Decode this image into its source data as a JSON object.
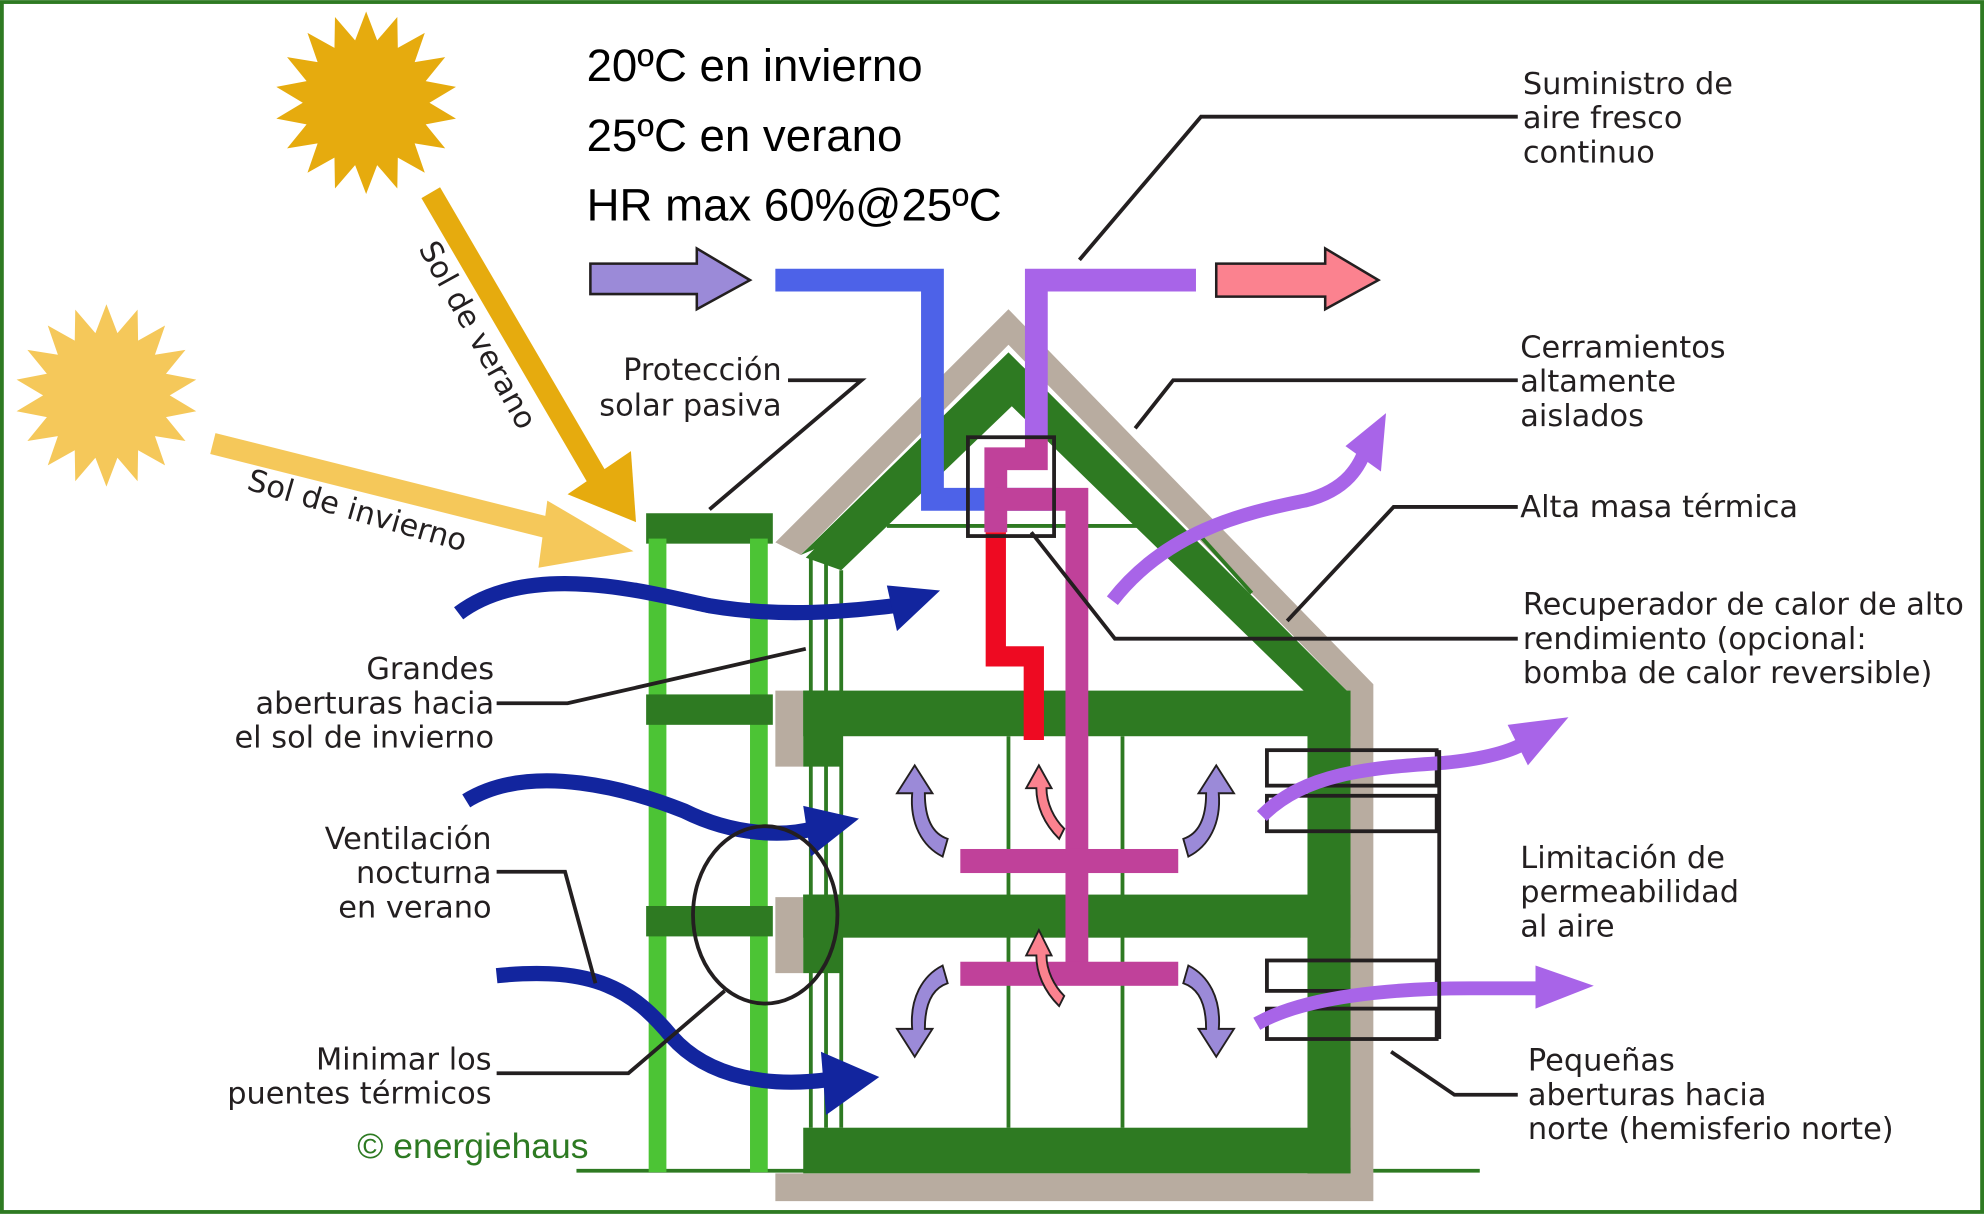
{
  "title_block": {
    "line1": "20ºC en invierno",
    "line2": "25ºC en verano",
    "line3": "HR max 60%@25ºC"
  },
  "sun_labels": {
    "summer": "Sol de verano",
    "winter": "Sol de invierno"
  },
  "callouts_left": {
    "proteccion": [
      "Protección",
      "solar pasiva"
    ],
    "grandes": [
      "Grandes",
      "aberturas hacia",
      "el sol de invierno"
    ],
    "ventilacion": [
      "Ventilación",
      "nocturna",
      "en verano"
    ],
    "minimar": [
      "Minimar los",
      "puentes térmicos"
    ]
  },
  "callouts_right": {
    "suministro": [
      "Suministro de",
      "aire fresco",
      "continuo"
    ],
    "cerramientos": [
      "Cerramientos",
      "altamente",
      "aislados"
    ],
    "masa": [
      "Alta masa térmica"
    ],
    "recuperador": [
      "Recuperador de calor de alto",
      "rendimiento (opcional:",
      "bomba de calor reversible)"
    ],
    "limitacion": [
      "Limitación de",
      "permeabilidad",
      "al aire"
    ],
    "pequenas": [
      "Pequeñas",
      "aberturas hacia",
      "norte (hemisferio norte)"
    ]
  },
  "copyright": "© energiehaus",
  "colors": {
    "frame_green": "#2e7a22",
    "light_green": "#4cc435",
    "insulation": "#b8aca0",
    "summer_sun": "#e6ab0e",
    "winter_sun": "#f5c85a",
    "cold_duct": "#4d62e8",
    "fresh_duct": "#a864e8",
    "exhaust_duct": "#c0419a",
    "hot_duct": "#ee0a22",
    "inflow_arrow": "#9b8ad8",
    "outflow_arrow": "#fb828f",
    "wind_arrow": "#12259e",
    "circulation_arrow": "#9b8ad8"
  }
}
